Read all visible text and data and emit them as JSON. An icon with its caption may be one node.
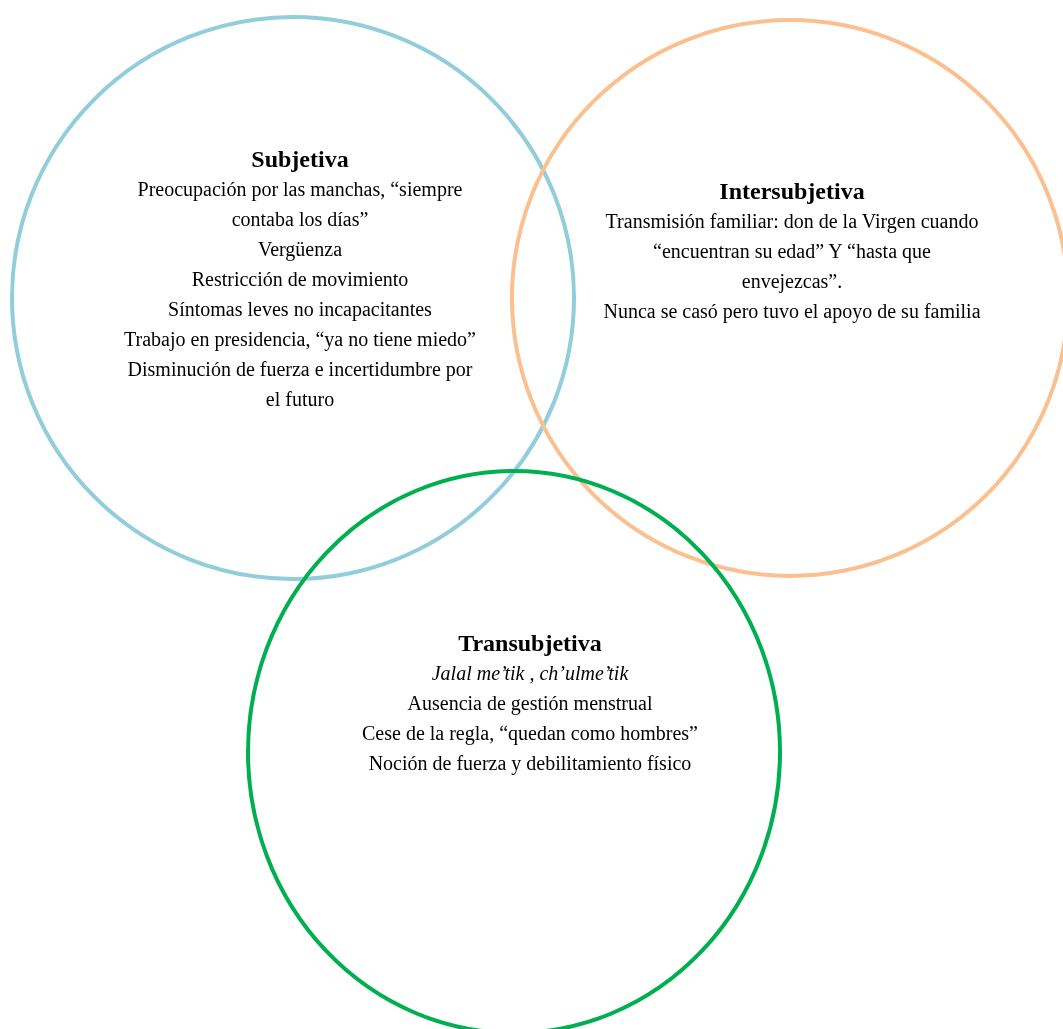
{
  "diagram": {
    "nodes": [
      {
        "text": [
          "Subjetiva",
          "Preocupación por las manchas, “siempre contaba los días”",
          "Vergüenza",
          "Restricción de movimiento",
          "Síntomas leves no incapacitantes",
          "Trabajo en presidencia, “ya no tiene miedo”",
          "Disminución de fuerza e incertidumbre por el futuro"
        ]
      },
      {
        "text": [
          "Intersubjetiva",
          "Transmisión familiar: don de la Virgen cuando “encuentran su edad” Y “hasta que envejezcas”.",
          "Nunca se casó pero tuvo el apoyo de su familia"
        ]
      },
      {
        "text": [
          "Transubjetiva",
          "Jalal me’tik , ch’ulme’tik",
          "Ausencia de gestión menstrual",
          "Cese de la regla, “quedan como hombres”",
          "Noción de fuerza y debilitamiento físico"
        ]
      }
    ],
    "edges": []
  }
}
